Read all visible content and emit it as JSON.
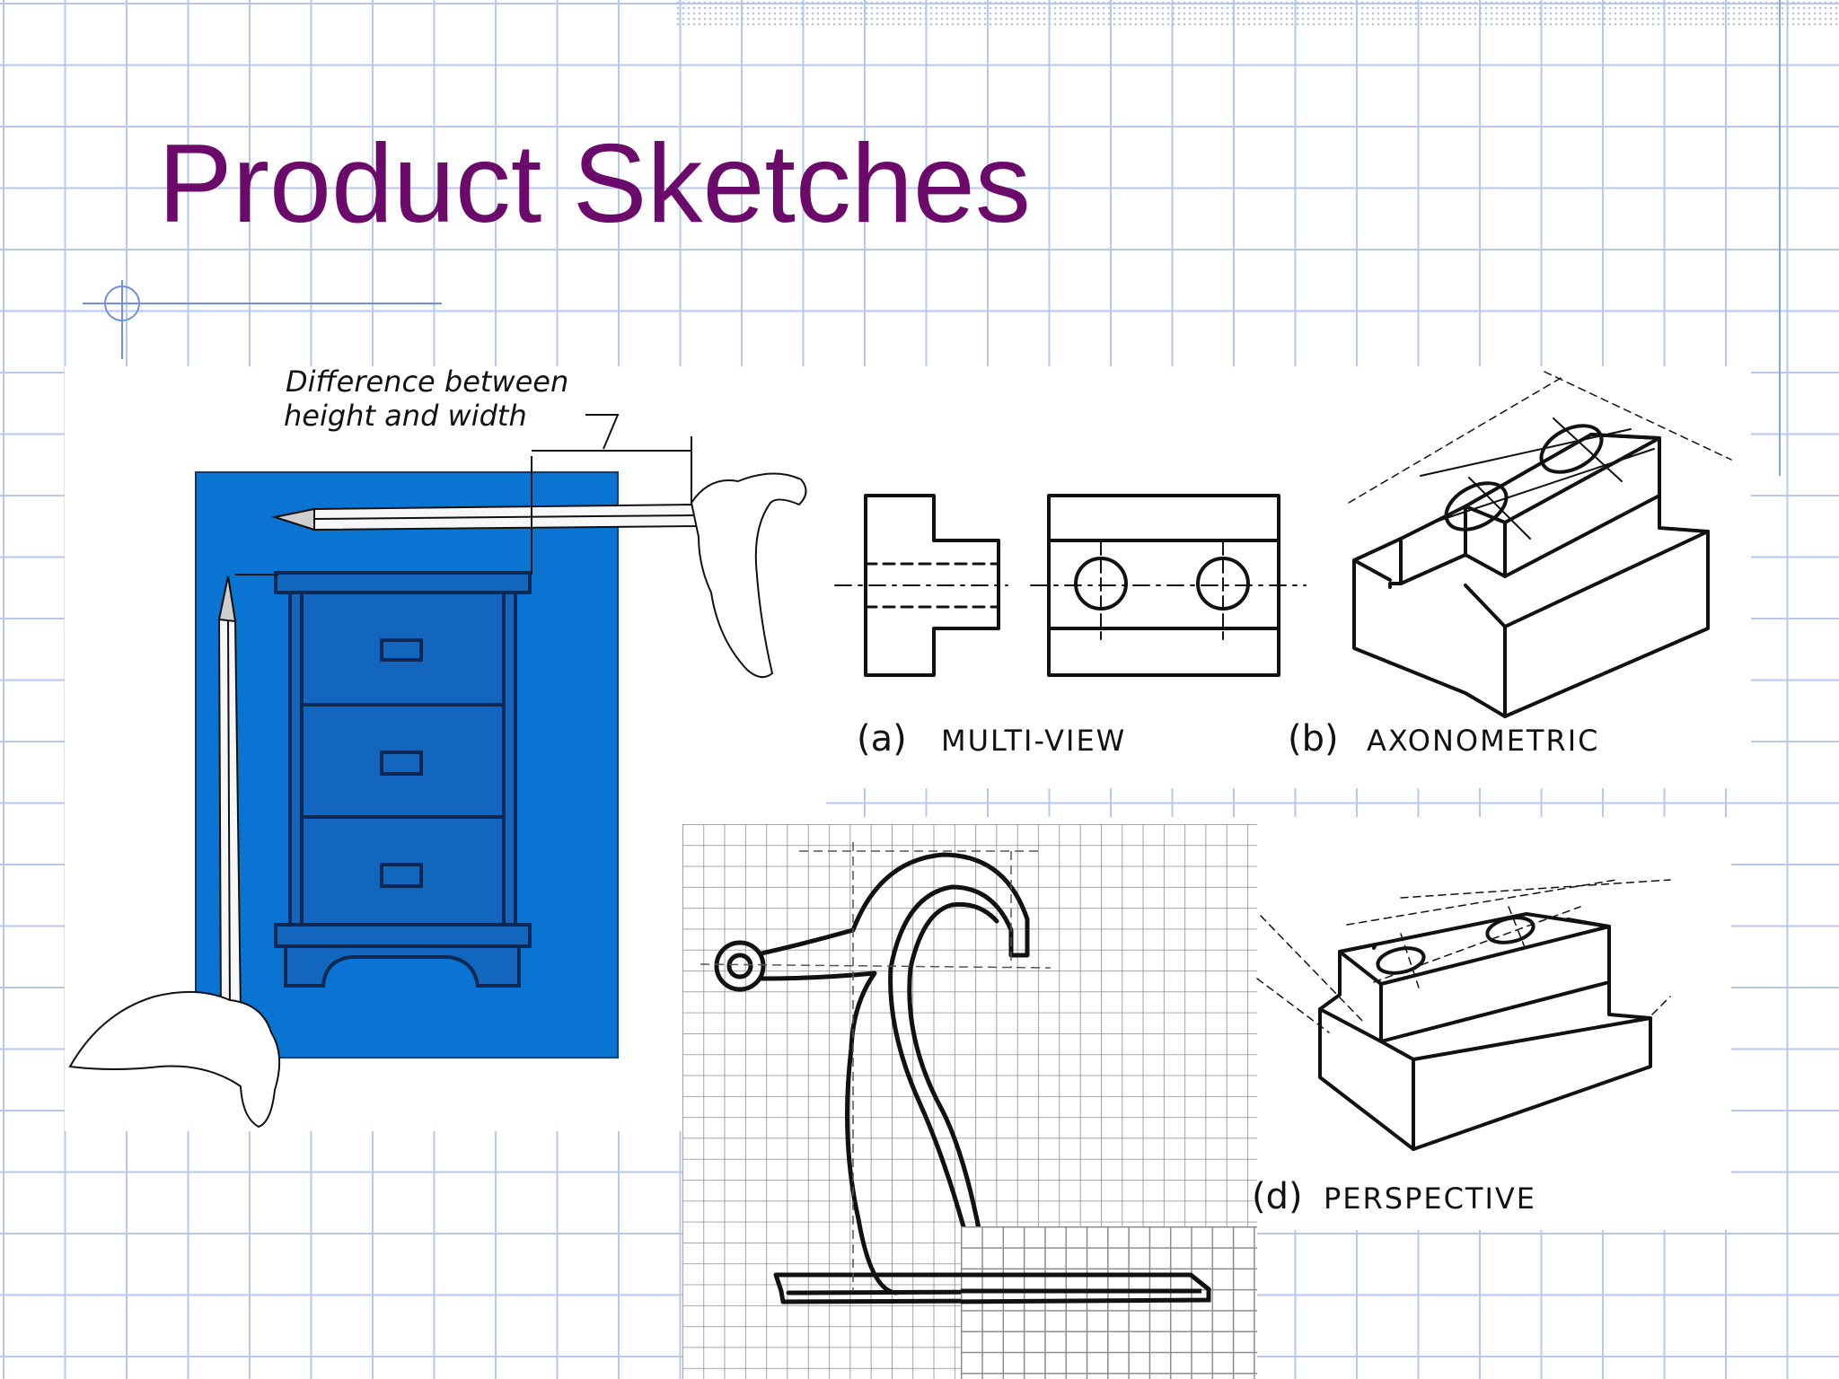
{
  "slide": {
    "title": "Product Sketches"
  },
  "figures": {
    "dimension_note": {
      "line1": "Difference between",
      "line2": "height and width"
    },
    "captions": {
      "multiview": {
        "letter": "(a)",
        "label": "MULTI-VIEW"
      },
      "axonometric": {
        "letter": "(b)",
        "label": "AXONOMETRIC"
      },
      "perspective": {
        "letter": "(d)",
        "label": "PERSPECTIVE"
      }
    }
  },
  "colors": {
    "title": "#6b0a6b",
    "grid": "#b7c8ee",
    "sheet": "#0a74d2",
    "ink": "#111111"
  }
}
